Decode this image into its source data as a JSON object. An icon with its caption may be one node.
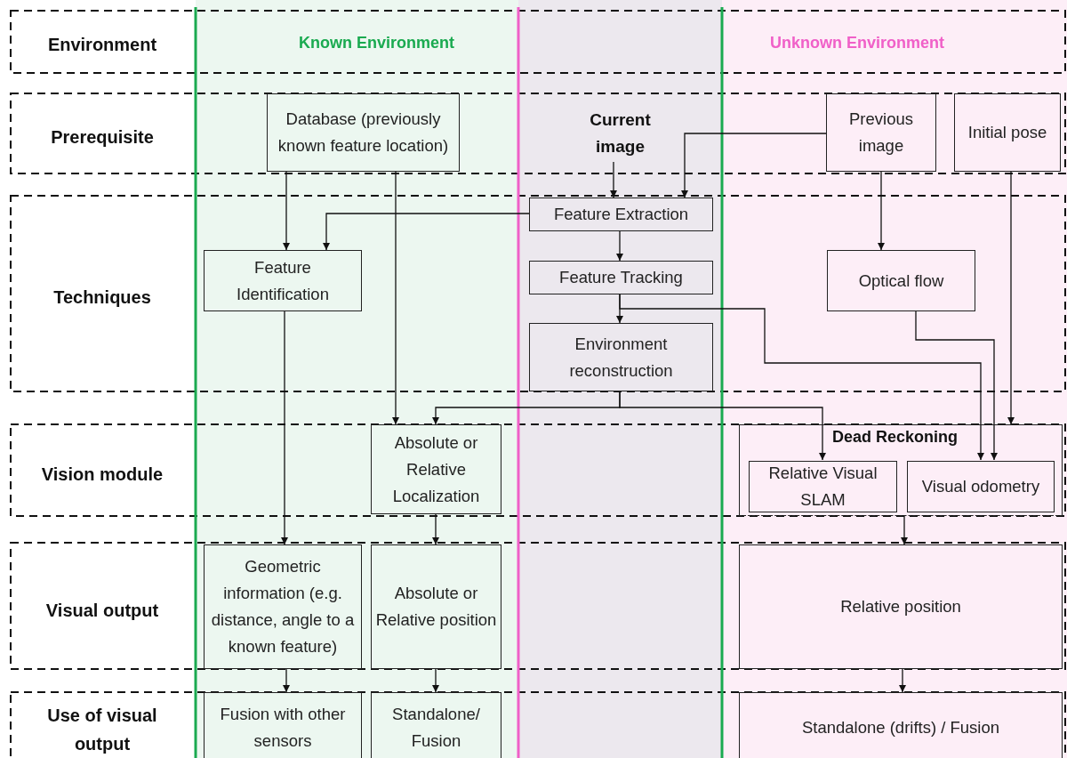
{
  "diagram": {
    "nodes": [
      {
        "text": [
          "Database (previously known feature location)"
        ]
      },
      {
        "text": [
          "Current image"
        ]
      },
      {
        "text": [
          "Previous image"
        ]
      },
      {
        "text": [
          "Initial pose"
        ]
      },
      {
        "text": [
          "Feature Extraction"
        ]
      },
      {
        "text": [
          "Feature Identification"
        ]
      },
      {
        "text": [
          "Feature Tracking"
        ]
      },
      {
        "text": [
          "Optical flow"
        ]
      },
      {
        "text": [
          "Environment reconstruction"
        ]
      },
      {
        "text": [
          "Absolute or Relative Localization"
        ]
      },
      {
        "text": [
          "Dead Reckoning"
        ]
      },
      {
        "text": [
          "Relative Visual SLAM"
        ],
        "in": 10
      },
      {
        "text": [
          "Visual odometry"
        ],
        "in": 10
      },
      {
        "text": [
          "Geometric information (e.g. distance, angle to a known feature)"
        ]
      },
      {
        "text": [
          "Absolute or Relative position"
        ]
      },
      {
        "text": [
          "Relative position"
        ]
      },
      {
        "text": [
          "Fusion with other sensors"
        ]
      },
      {
        "text": [
          "Standalone/ Fusion"
        ]
      },
      {
        "text": [
          "Standalone (drifts) / Fusion"
        ]
      }
    ],
    "edges": [
      {
        "from": 0,
        "to": 5,
        "arrow": "to"
      },
      {
        "from": 0,
        "to": 9,
        "arrow": "to"
      },
      {
        "from": 1,
        "to": 4,
        "arrow": "to"
      },
      {
        "from": 2,
        "to": 4,
        "arrow": "to"
      },
      {
        "from": 4,
        "to": 5,
        "arrow": "to"
      },
      {
        "from": 4,
        "to": 6,
        "arrow": "to"
      },
      {
        "from": 6,
        "to": 8,
        "arrow": "to"
      },
      {
        "from": 6,
        "to": 12,
        "arrow": "to"
      },
      {
        "from": 2,
        "to": 7,
        "arrow": "to"
      },
      {
        "from": 7,
        "to": 12,
        "arrow": "to"
      },
      {
        "from": 3,
        "to": 10,
        "arrow": "to"
      },
      {
        "from": 8,
        "to": 9,
        "arrow": "to"
      },
      {
        "from": 8,
        "to": 11,
        "arrow": "to"
      },
      {
        "from": 5,
        "to": 13,
        "arrow": "to"
      },
      {
        "from": 9,
        "to": 14,
        "arrow": "to"
      },
      {
        "from": 10,
        "to": 15,
        "arrow": "to"
      },
      {
        "from": 13,
        "to": 16,
        "arrow": "to"
      },
      {
        "from": 14,
        "to": 17,
        "arrow": "to"
      },
      {
        "from": 15,
        "to": 18,
        "arrow": "to"
      }
    ],
    "labels": [
      "Environment",
      "Known Environment",
      "Unknown Environment",
      "Prerequisite",
      "Techniques",
      "Vision module",
      "Visual output",
      "Use of visual output"
    ]
  }
}
